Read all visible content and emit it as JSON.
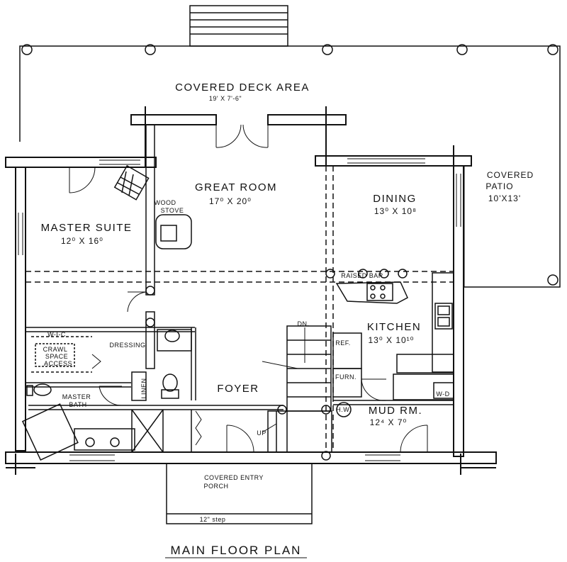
{
  "title": "MAIN FLOOR PLAN",
  "rooms": {
    "covered_deck": {
      "name": "COVERED DECK AREA",
      "dims": "19' X 7'-6\""
    },
    "covered_patio": {
      "name_line1": "COVERED",
      "name_line2": "PATIO",
      "dims": "10'X13'"
    },
    "great_room": {
      "name": "GREAT ROOM",
      "dims": "17⁰ X 20⁰"
    },
    "dining": {
      "name": "DINING",
      "dims": "13⁰ X 10⁸"
    },
    "master_suite": {
      "name": "MASTER SUITE",
      "dims": "12⁰ X 16⁰"
    },
    "kitchen": {
      "name": "KITCHEN",
      "dims": "13⁰ X 10¹⁰"
    },
    "foyer": {
      "name": "FOYER"
    },
    "mud_room": {
      "name": "MUD RM.",
      "dims": "12⁴ X 7⁰"
    },
    "entry_porch": {
      "name_line1": "COVERED ENTRY",
      "name_line2": "PORCH",
      "step": "12\" step"
    }
  },
  "labels": {
    "wood_stove_1": "WOOD",
    "wood_stove_2": "STOVE",
    "raised_bar": "RAISED BAR",
    "wic": "W-I-C",
    "dressing": "DRESSING",
    "crawl_1": "CRAWL",
    "crawl_2": "SPACE",
    "crawl_3": "ACCESS",
    "master_bath_1": "MASTER",
    "master_bath_2": "BATH",
    "linen": "LINEN",
    "ref": "REF.",
    "furn": "FURN.",
    "wd": "W-D",
    "hw": "H.W.",
    "dn": "DN.",
    "up": "UP"
  }
}
